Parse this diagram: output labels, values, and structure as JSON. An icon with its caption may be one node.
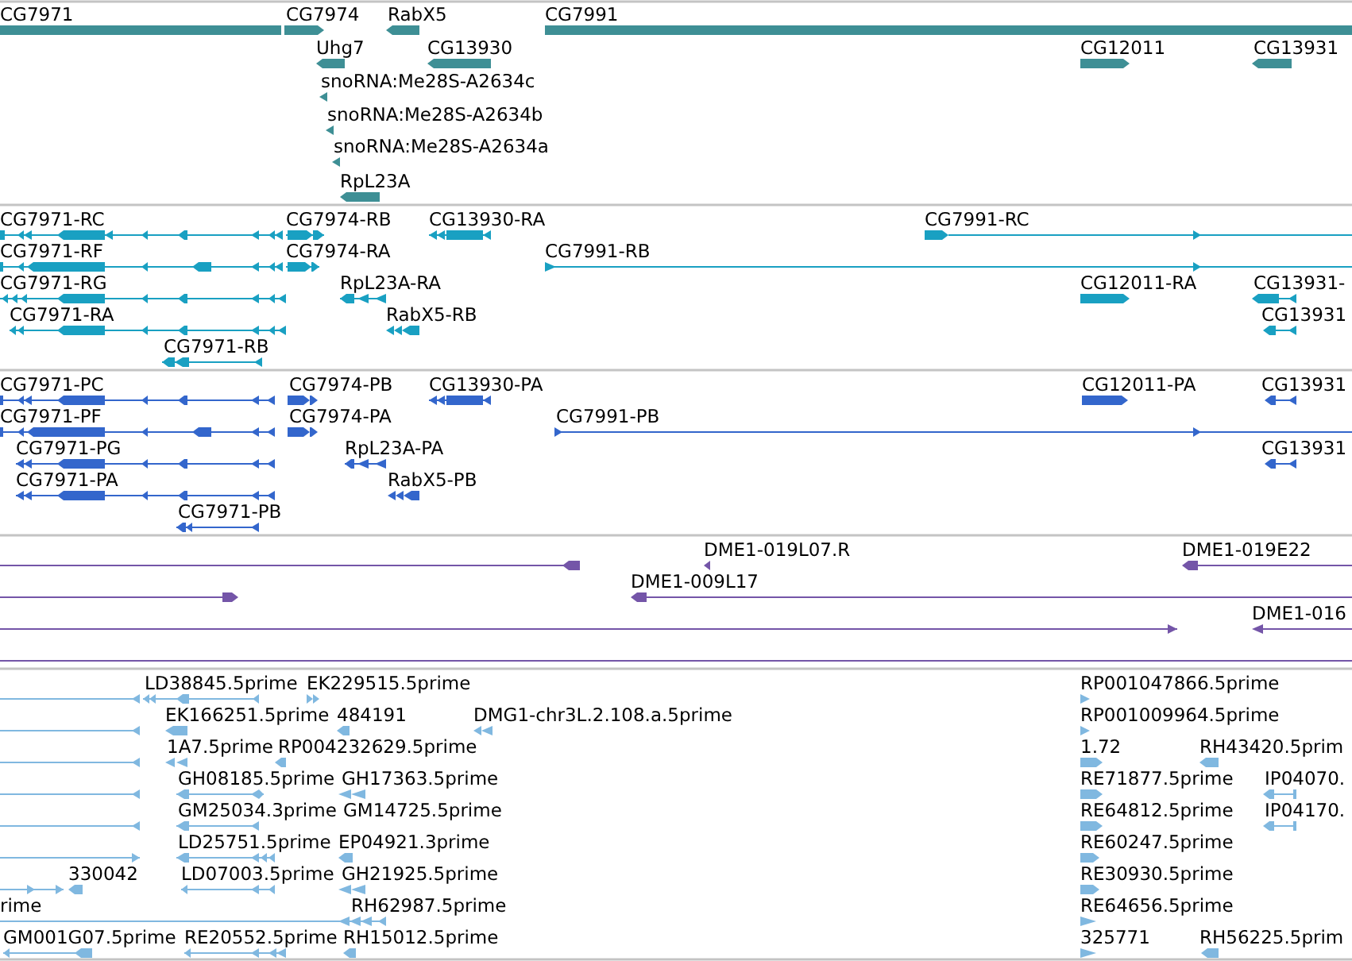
{
  "diagram": {
    "nodes": [
      {
        "text": [
          "CG7971"
        ]
      },
      {
        "text": [
          "CG7974"
        ]
      },
      {
        "text": [
          "RabX5"
        ]
      },
      {
        "text": [
          "CG7991"
        ]
      },
      {
        "text": [
          "Uhg7"
        ]
      },
      {
        "text": [
          "CG13930"
        ]
      },
      {
        "text": [
          "CG12011"
        ]
      },
      {
        "text": [
          "CG13931"
        ]
      },
      {
        "text": [
          "snoRNA:Me28S-A2634c"
        ]
      },
      {
        "text": [
          "snoRNA:Me28S-A2634b"
        ]
      },
      {
        "text": [
          "snoRNA:Me28S-A2634a"
        ]
      },
      {
        "text": [
          "RpL23A"
        ]
      },
      {
        "text": [
          "CG7971-RC"
        ]
      },
      {
        "text": [
          "CG7974-RB"
        ]
      },
      {
        "text": [
          "CG13930-RA"
        ]
      },
      {
        "text": [
          "CG7991-RC"
        ]
      },
      {
        "text": [
          "CG7971-RF"
        ]
      },
      {
        "text": [
          "CG7974-RA"
        ]
      },
      {
        "text": [
          "CG7991-RB"
        ]
      },
      {
        "text": [
          "CG7971-RG"
        ]
      },
      {
        "text": [
          "RpL23A-RA"
        ]
      },
      {
        "text": [
          "CG12011-RA"
        ]
      },
      {
        "text": [
          "CG13931-"
        ]
      },
      {
        "text": [
          "CG7971-RA"
        ]
      },
      {
        "text": [
          "RabX5-RB"
        ]
      },
      {
        "text": [
          "CG13931"
        ]
      },
      {
        "text": [
          "CG7971-RB"
        ]
      },
      {
        "text": [
          "CG7971-PC"
        ]
      },
      {
        "text": [
          "CG7974-PB"
        ]
      },
      {
        "text": [
          "CG13930-PA"
        ]
      },
      {
        "text": [
          "CG12011-PA"
        ]
      },
      {
        "text": [
          "CG13931"
        ]
      },
      {
        "text": [
          "CG7971-PF"
        ]
      },
      {
        "text": [
          "CG7974-PA"
        ]
      },
      {
        "text": [
          "CG7991-PB"
        ]
      },
      {
        "text": [
          "CG7971-PG"
        ]
      },
      {
        "text": [
          "RpL23A-PA"
        ]
      },
      {
        "text": [
          "CG13931"
        ]
      },
      {
        "text": [
          "CG7971-PA"
        ]
      },
      {
        "text": [
          "RabX5-PB"
        ]
      },
      {
        "text": [
          "CG7971-PB"
        ]
      },
      {
        "text": [],
        "shape": "bar"
      },
      {
        "text": [
          "DME1-019L07.R"
        ]
      },
      {
        "text": [
          "DME1-019E22"
        ]
      },
      {
        "text": [],
        "shape": "bar"
      },
      {
        "text": [
          "DME1-009L17"
        ]
      },
      {
        "text": [],
        "shape": "bar"
      },
      {
        "text": [
          "DME1-016"
        ]
      },
      {
        "text": [],
        "shape": "bar"
      },
      {
        "text": [],
        "shape": "bar"
      },
      {
        "text": [
          "LD38845.5prime"
        ]
      },
      {
        "text": [
          "EK229515.5prime"
        ]
      },
      {
        "text": [
          "RP001047866.5prime"
        ]
      },
      {
        "text": [],
        "shape": "bar"
      },
      {
        "text": [
          "EK166251.5prime"
        ]
      },
      {
        "text": [
          "484191"
        ]
      },
      {
        "text": [
          "DMG1-chr3L.2.108.a.5prime"
        ]
      },
      {
        "text": [
          "RP001009964.5prime"
        ]
      },
      {
        "text": [],
        "shape": "bar"
      },
      {
        "text": [
          "1A7.5prime"
        ]
      },
      {
        "text": [
          "RP004232629.5prime"
        ]
      },
      {
        "text": [
          "1.72"
        ]
      },
      {
        "text": [
          "RH43420.5prim"
        ]
      },
      {
        "text": [],
        "shape": "bar"
      },
      {
        "text": [
          "GH08185.5prime"
        ]
      },
      {
        "text": [
          "GH17363.5prime"
        ]
      },
      {
        "text": [
          "RE71877.5prime"
        ]
      },
      {
        "text": [
          "IP04070."
        ]
      },
      {
        "text": [],
        "shape": "bar"
      },
      {
        "text": [
          "GM25034.3prime"
        ]
      },
      {
        "text": [
          "GM14725.5prime"
        ]
      },
      {
        "text": [
          "RE64812.5prime"
        ]
      },
      {
        "text": [
          "IP04170."
        ]
      },
      {
        "text": [],
        "shape": "bar"
      },
      {
        "text": [
          "LD25751.5prime"
        ]
      },
      {
        "text": [
          "EP04921.3prime"
        ]
      },
      {
        "text": [
          "RE60247.5prime"
        ]
      },
      {
        "text": [],
        "shape": "bar"
      },
      {
        "text": [
          "330042"
        ]
      },
      {
        "text": [
          "LD07003.5prime"
        ]
      },
      {
        "text": [
          "GH21925.5prime"
        ]
      },
      {
        "text": [
          "RE30930.5prime"
        ]
      },
      {
        "text": [
          "rime"
        ]
      },
      {
        "text": [
          "RH62987.5prime"
        ]
      },
      {
        "text": [
          "RE64656.5prime"
        ]
      },
      {
        "text": [
          "GM001G07.5prime"
        ]
      },
      {
        "text": [
          "RE20552.5prime"
        ]
      },
      {
        "text": [
          "RH15012.5prime"
        ]
      },
      {
        "text": [
          "325771"
        ]
      },
      {
        "text": [
          "RH56225.5prim"
        ]
      }
    ]
  }
}
